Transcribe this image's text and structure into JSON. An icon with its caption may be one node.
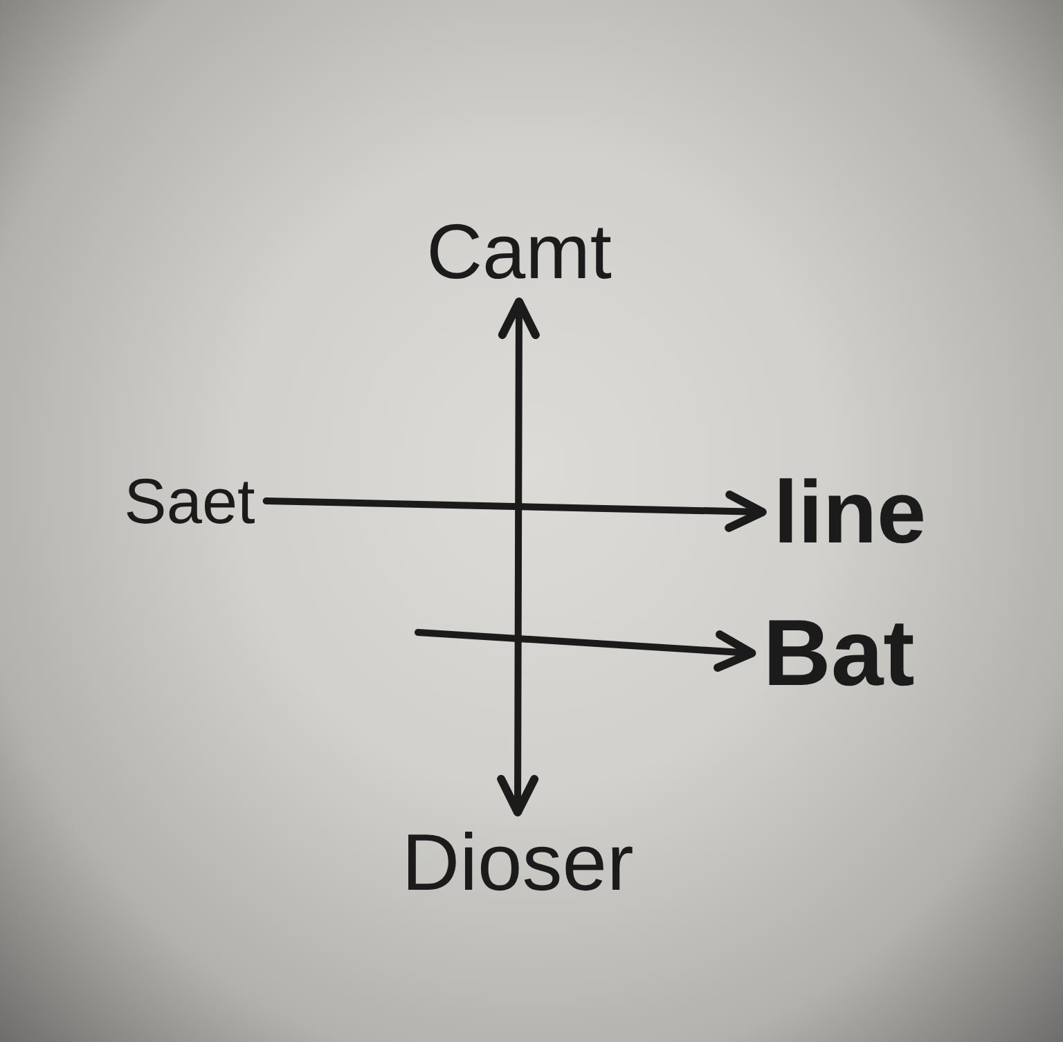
{
  "diagram": {
    "nodes": [
      {
        "text": [
          "Camt"
        ]
      },
      {
        "text": [
          "Saet"
        ]
      },
      {
        "text": [
          "line"
        ]
      },
      {
        "text": [
          "Bat"
        ]
      },
      {
        "text": [
          "Dioser"
        ]
      }
    ],
    "edges": [
      {
        "from": 0,
        "to": 4,
        "arrow": "both"
      },
      {
        "from": 1,
        "to": 2,
        "arrow": "to"
      },
      {
        "from": null,
        "to": 3,
        "arrow": "to"
      }
    ]
  }
}
